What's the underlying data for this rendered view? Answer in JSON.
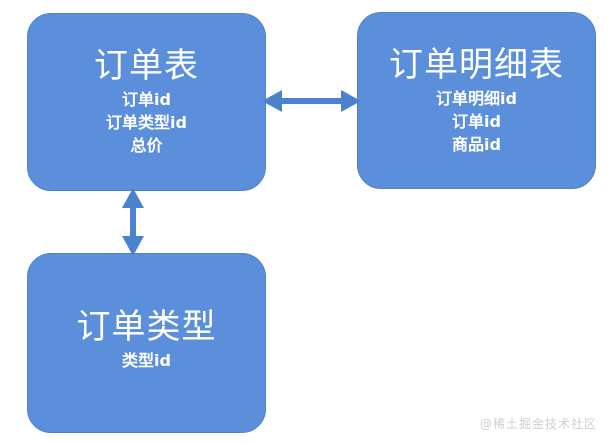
{
  "diagram": {
    "type": "entity-relationship",
    "background_color": "#ffffff",
    "box_fill_color": "#5b8fdb",
    "box_border_color": "#5181c9",
    "text_color": "#ffffff",
    "arrow_color": "#4a82cd",
    "entities": [
      {
        "id": "order",
        "title": "订单表",
        "fields": [
          "订单id",
          "订单类型id",
          "总价"
        ]
      },
      {
        "id": "order-detail",
        "title": "订单明细表",
        "fields": [
          "订单明细id",
          "订单id",
          "商品id"
        ]
      },
      {
        "id": "order-type",
        "title": "订单类型",
        "fields": [
          "类型id"
        ]
      }
    ],
    "connectors": [
      {
        "id": "order-to-order-detail",
        "orientation": "horizontal",
        "style": "double-headed-arrow",
        "from": "order",
        "to": "order-detail"
      },
      {
        "id": "order-to-order-type",
        "orientation": "vertical",
        "style": "double-headed-arrow",
        "from": "order",
        "to": "order-type"
      }
    ]
  },
  "watermark": {
    "text": "@稀土掘金技术社区"
  }
}
